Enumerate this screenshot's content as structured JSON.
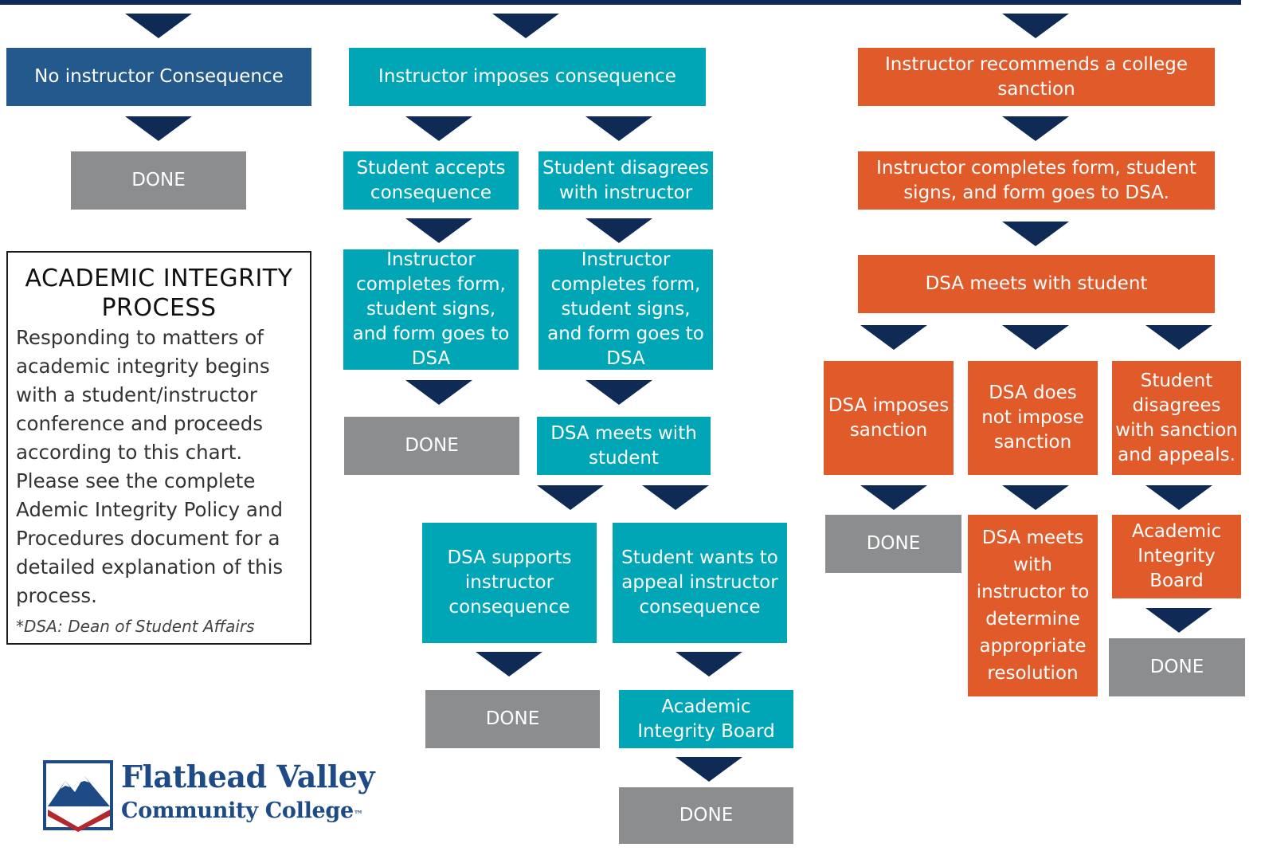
{
  "boxes": {
    "no_consequence": "No instructor Consequence",
    "done_1": "DONE",
    "imposes": "Instructor imposes consequence",
    "accepts": "Student accepts consequence",
    "disagrees": "Student disagrees with instructor",
    "form_left": "Instructor completes form, student signs, and form goes to DSA",
    "form_right": "Instructor completes form, student signs, and form goes to DSA",
    "done_2": "DONE",
    "dsa_meets_mid": "DSA meets with student",
    "dsa_supports": "DSA supports instructor consequence",
    "wants_appeal": "Student wants to appeal instructor consequence",
    "done_3": "DONE",
    "aib_mid": "Academic Integrity Board",
    "done_4": "DONE",
    "recommends": "Instructor recommends a college sanction",
    "form_dsa": "Instructor completes form, student signs, and form goes to DSA.",
    "dsa_meets_right": "DSA meets with student",
    "dsa_imposes": "DSA imposes sanction",
    "dsa_not_impose": "DSA does not impose sanction",
    "disagrees_sanction": "Student disagrees with sanction and appeals.",
    "done_5": "DONE",
    "dsa_meets_instructor": "DSA meets with instructor to determine appropriate resolution",
    "aib_right": "Academic Integrity Board",
    "done_6": "DONE"
  },
  "info": {
    "title": "ACADEMIC INTEGRITY PROCESS",
    "body": "Responding to matters of academic integrity begins with a student/instructor conference and proceeds according to this chart. Please see the complete Ademic Integrity Policy and Procedures document for a detailed explanation of this process.",
    "note": "*DSA: Dean of Student Affairs"
  },
  "logo": {
    "line1": "Flathead Valley",
    "line2": "Community College",
    "mark": "™"
  },
  "colors": {
    "navy": "#0f2b55",
    "blue": "#24598e",
    "teal": "#00a6b5",
    "orange": "#e15a2a",
    "gray": "#8b8d8f"
  }
}
